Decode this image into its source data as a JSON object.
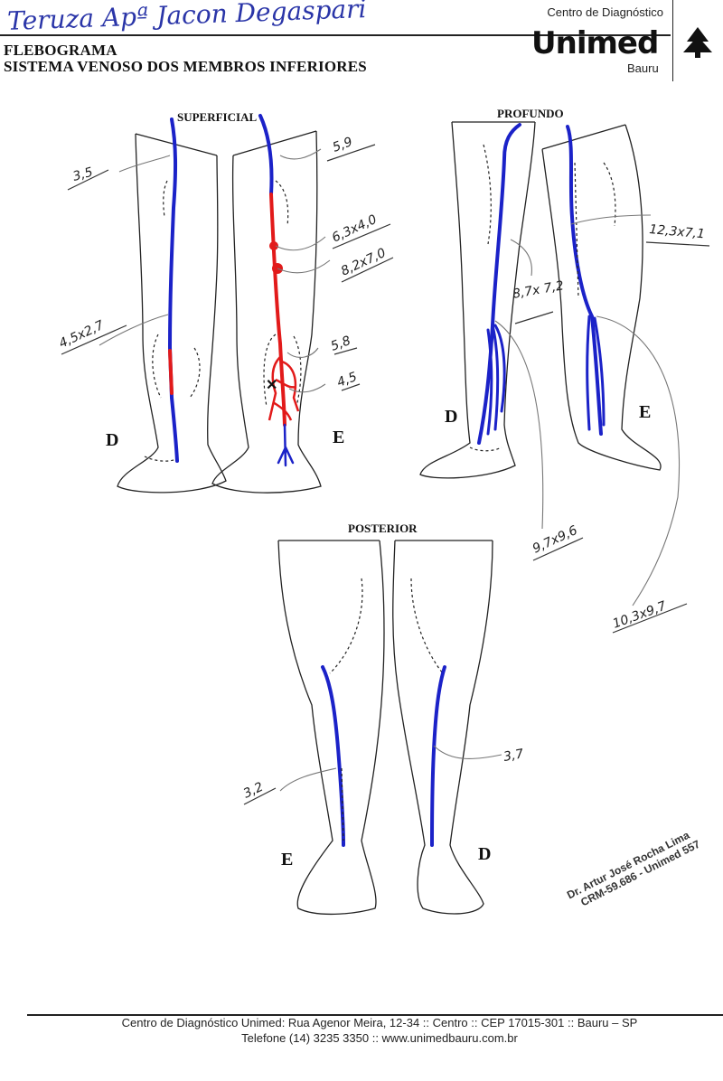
{
  "header": {
    "patient_name": "Teruza Apª Jacon Degaspari",
    "title": "FLEBOGRAMA",
    "subtitle": "SISTEMA VENOSO DOS MEMBROS INFERIORES",
    "logo": {
      "top": "Centro de Diagnóstico",
      "brand": "Unimed",
      "city": "Bauru"
    }
  },
  "views": {
    "superficial": {
      "label": "SUPERFICIAL",
      "right": "D",
      "left": "E"
    },
    "profundo": {
      "label": "PROFUNDO",
      "right": "D",
      "left": "E"
    },
    "posterior": {
      "label": "POSTERIOR",
      "left": "E",
      "right": "D"
    }
  },
  "measurements": {
    "superficial": [
      "3,5",
      "4,5x2,7",
      "5,9",
      "6,3x4,0",
      "8,2x7,0",
      "5,8",
      "4,5"
    ],
    "profundo": [
      "12,3x7,1",
      "8,7x 7,2",
      "9,7x9,6",
      "10,3x9,7"
    ],
    "posterior": [
      "3,2",
      "3,7"
    ]
  },
  "stamp": {
    "line1": "Dr. Artur José Rocha Lima",
    "line2": "CRM-59.686 - Unimed 557"
  },
  "footer": {
    "line1": "Centro de Diagnóstico Unimed: Rua Agenor Meira, 12-34 :: Centro :: CEP 17015-301 :: Bauru – SP",
    "line2": "Telefone (14) 3235 3350 :: www.unimedbauru.com.br"
  },
  "colors": {
    "vein_normal": "#1b22c8",
    "vein_insufficient": "#e21a1a"
  }
}
